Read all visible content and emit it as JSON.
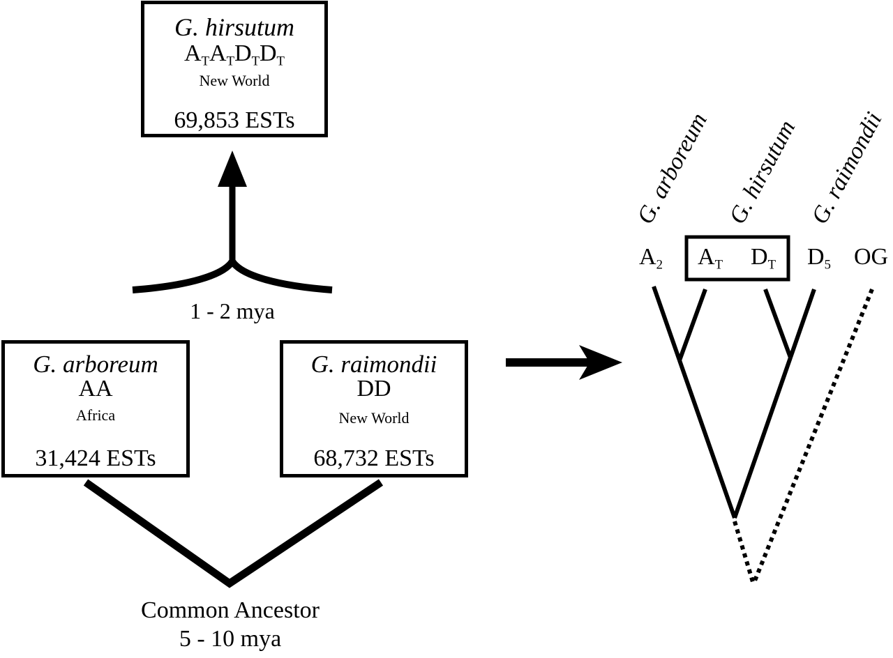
{
  "hybrid": {
    "species": "G. hirsutum",
    "genome": [
      {
        "base": "A",
        "sub": "T"
      },
      {
        "base": "A",
        "sub": "T"
      },
      {
        "base": "D",
        "sub": "T"
      },
      {
        "base": "D",
        "sub": "T"
      }
    ],
    "region": "New World",
    "ests": "69,853 ESTs"
  },
  "polyploidization_time": "1 - 2 mya",
  "parents": [
    {
      "species": "G. arboreum",
      "genome": "AA",
      "region": "Africa",
      "ests": "31,424 ESTs"
    },
    {
      "species": "G. raimondii",
      "genome": "DD",
      "region": "New World",
      "ests": "68,732 ESTs"
    }
  ],
  "ancestor": {
    "label": "Common Ancestor",
    "time": "5 - 10 mya"
  },
  "tree": {
    "taxa_labels": [
      "G. arboreum",
      "G. hirsutum",
      "G. raimondii"
    ],
    "tips": [
      {
        "base": "A",
        "sub": "2"
      },
      {
        "base": "A",
        "sub": "T"
      },
      {
        "base": "D",
        "sub": "T"
      },
      {
        "base": "D",
        "sub": "5"
      },
      {
        "base": "OG",
        "sub": ""
      }
    ]
  }
}
